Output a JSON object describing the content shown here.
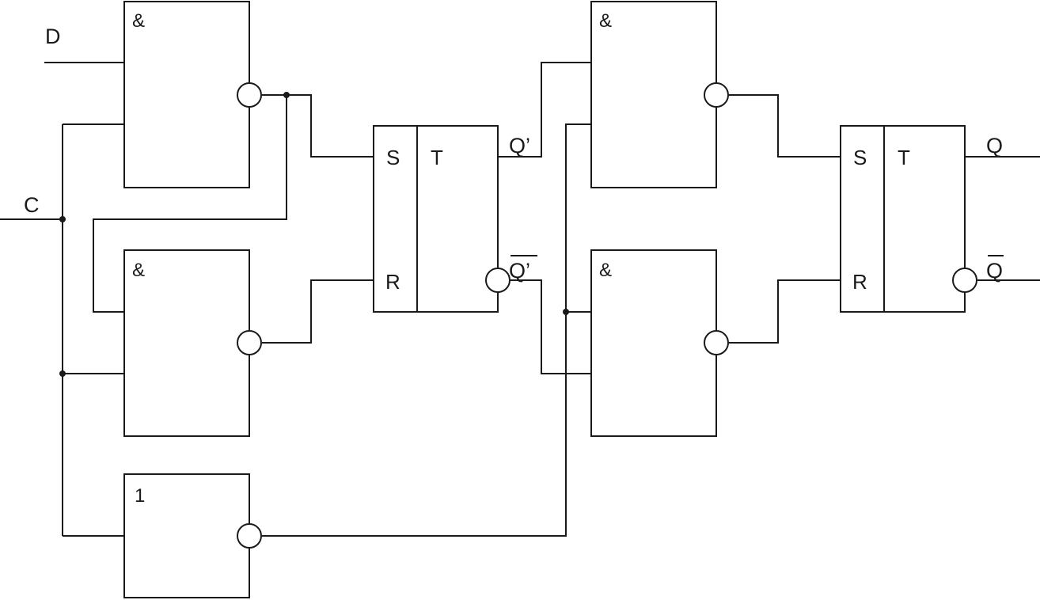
{
  "gates": {
    "and1": {
      "symbol": "&"
    },
    "and2": {
      "symbol": "&"
    },
    "not1": {
      "symbol": "1"
    },
    "and3": {
      "symbol": "&"
    },
    "and4": {
      "symbol": "&"
    }
  },
  "flipflops": {
    "ff1": {
      "s_label": "S",
      "r_label": "R",
      "t_label": "T"
    },
    "ff2": {
      "s_label": "S",
      "r_label": "R",
      "t_label": "T"
    }
  },
  "signals": {
    "d": "D",
    "c": "C",
    "q_prime": "Q’",
    "q_prime_bar": "Q’",
    "q": "Q",
    "q_bar": "Q"
  },
  "colors": {
    "line": "#1a1a1a",
    "background": "#ffffff"
  }
}
